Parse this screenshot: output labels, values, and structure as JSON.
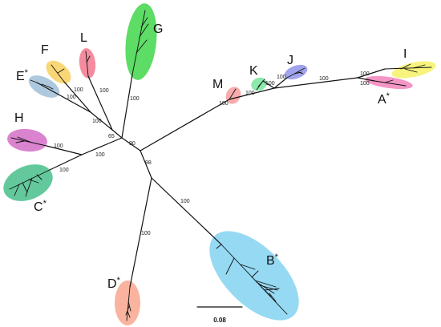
{
  "tree": {
    "clades": [
      {
        "key": "A",
        "letter": "A",
        "star": "*",
        "color": "#f06cb0"
      },
      {
        "key": "B",
        "letter": "B",
        "star": "*",
        "color": "#6ecbef"
      },
      {
        "key": "C",
        "letter": "C",
        "star": "*",
        "color": "#27b477"
      },
      {
        "key": "D",
        "letter": "D",
        "star": "*",
        "color": "#f6957a"
      },
      {
        "key": "E",
        "letter": "E",
        "star": "*",
        "color": "#8fb3d1"
      },
      {
        "key": "F",
        "letter": "F",
        "star": "",
        "color": "#f6c842"
      },
      {
        "key": "G",
        "letter": "G",
        "star": "",
        "color": "#1ecf2b"
      },
      {
        "key": "H",
        "letter": "H",
        "star": "",
        "color": "#cc55bd"
      },
      {
        "key": "I",
        "letter": "I",
        "star": "",
        "color": "#f4ef4a"
      },
      {
        "key": "J",
        "letter": "J",
        "star": "",
        "color": "#7d7fe6"
      },
      {
        "key": "K",
        "letter": "K",
        "star": "",
        "color": "#5fe08a"
      },
      {
        "key": "L",
        "letter": "L",
        "star": "",
        "color": "#ee5f78"
      },
      {
        "key": "M",
        "letter": "M",
        "star": "",
        "color": "#f58c8c"
      }
    ],
    "bootstrap_values": [
      {
        "key": "I",
        "value": "100"
      },
      {
        "key": "A",
        "value": "100"
      },
      {
        "key": "IA",
        "value": "100"
      },
      {
        "key": "J",
        "value": "100"
      },
      {
        "key": "K",
        "value": "100"
      },
      {
        "key": "M",
        "value": "100"
      },
      {
        "key": "MKJ",
        "value": "100"
      },
      {
        "key": "G",
        "value": "100"
      },
      {
        "key": "L",
        "value": "100"
      },
      {
        "key": "F",
        "value": "100"
      },
      {
        "key": "E",
        "value": "100"
      },
      {
        "key": "EF",
        "value": "100"
      },
      {
        "key": "EFL",
        "value": "65"
      },
      {
        "key": "upper",
        "value": "90"
      },
      {
        "key": "H",
        "value": "100"
      },
      {
        "key": "C",
        "value": "100"
      },
      {
        "key": "HC",
        "value": "100"
      },
      {
        "key": "root",
        "value": "98"
      },
      {
        "key": "B",
        "value": "100"
      },
      {
        "key": "D",
        "value": "100"
      }
    ],
    "scale_bar": {
      "label": "0.08"
    }
  }
}
